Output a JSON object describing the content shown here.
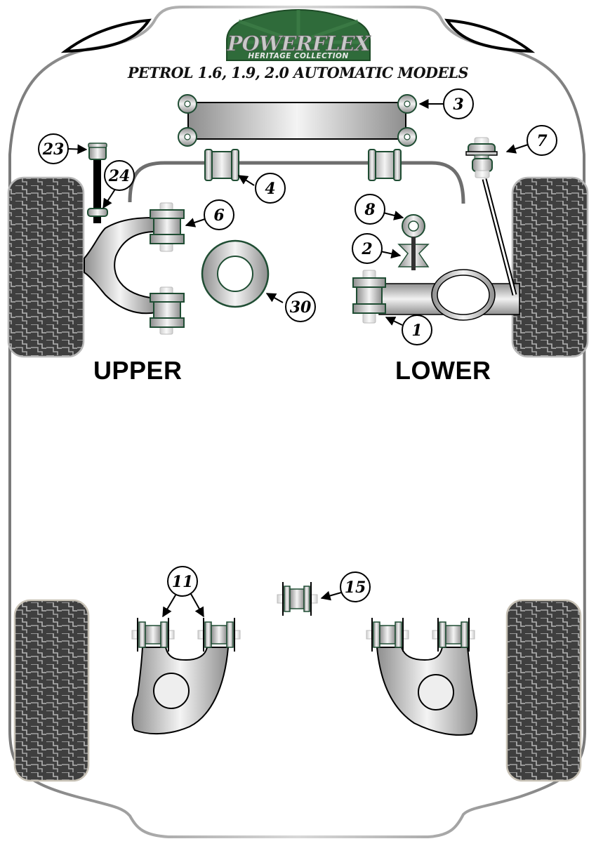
{
  "logo": {
    "brand": "POWERFLEX",
    "subtitle": "HERITAGE COLLECTION"
  },
  "title": "PETROL 1.6, 1.9, 2.0 AUTOMATIC MODELS",
  "sections": {
    "upper": "UPPER",
    "lower": "LOWER"
  },
  "callouts": [
    {
      "id": "1",
      "label": "1"
    },
    {
      "id": "2",
      "label": "2"
    },
    {
      "id": "3",
      "label": "3"
    },
    {
      "id": "4",
      "label": "4"
    },
    {
      "id": "6",
      "label": "6"
    },
    {
      "id": "7",
      "label": "7"
    },
    {
      "id": "8",
      "label": "8"
    },
    {
      "id": "11",
      "label": "11"
    },
    {
      "id": "15",
      "label": "15"
    },
    {
      "id": "23",
      "label": "23"
    },
    {
      "id": "24",
      "label": "24"
    },
    {
      "id": "30",
      "label": "30"
    }
  ],
  "colors": {
    "bushing_outline": "#1f4d33",
    "logo_green": "#2f6b3a",
    "tyre": "#3d3d3d",
    "body_outline": "#8a8a8a"
  }
}
